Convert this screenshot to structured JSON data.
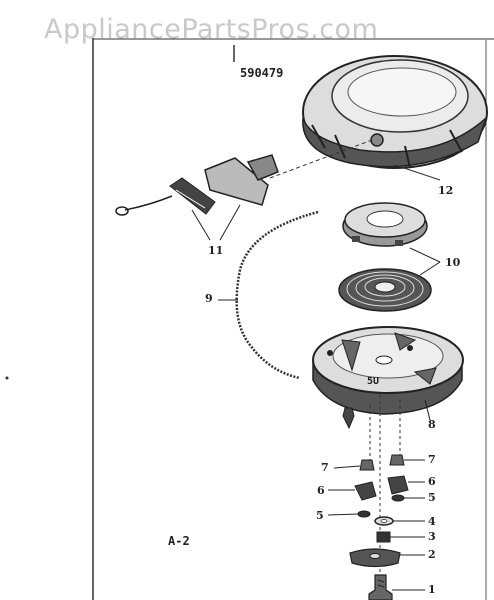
{
  "watermark": "AppliancePartsPros.com",
  "diagram_number": "590479",
  "figure_label": "A-2",
  "callouts": {
    "c12": "12",
    "c11": "11",
    "c10": "10",
    "c9": "9",
    "c8": "8",
    "c7a": "7",
    "c7b": "7",
    "c6a": "6",
    "c6b": "6",
    "c5a": "5",
    "c5b": "5",
    "c4": "4",
    "c3": "3",
    "c2": "2",
    "c1": "1"
  }
}
